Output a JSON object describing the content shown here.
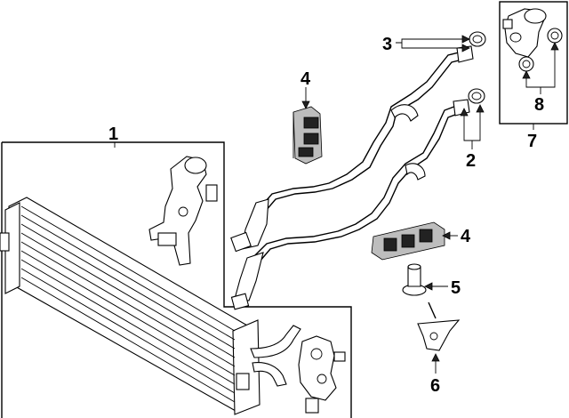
{
  "callouts": {
    "c1": "1",
    "c2": "2",
    "c3": "3",
    "c4a": "4",
    "c4b": "4",
    "c5": "5",
    "c6": "6",
    "c7": "7",
    "c8": "8"
  }
}
